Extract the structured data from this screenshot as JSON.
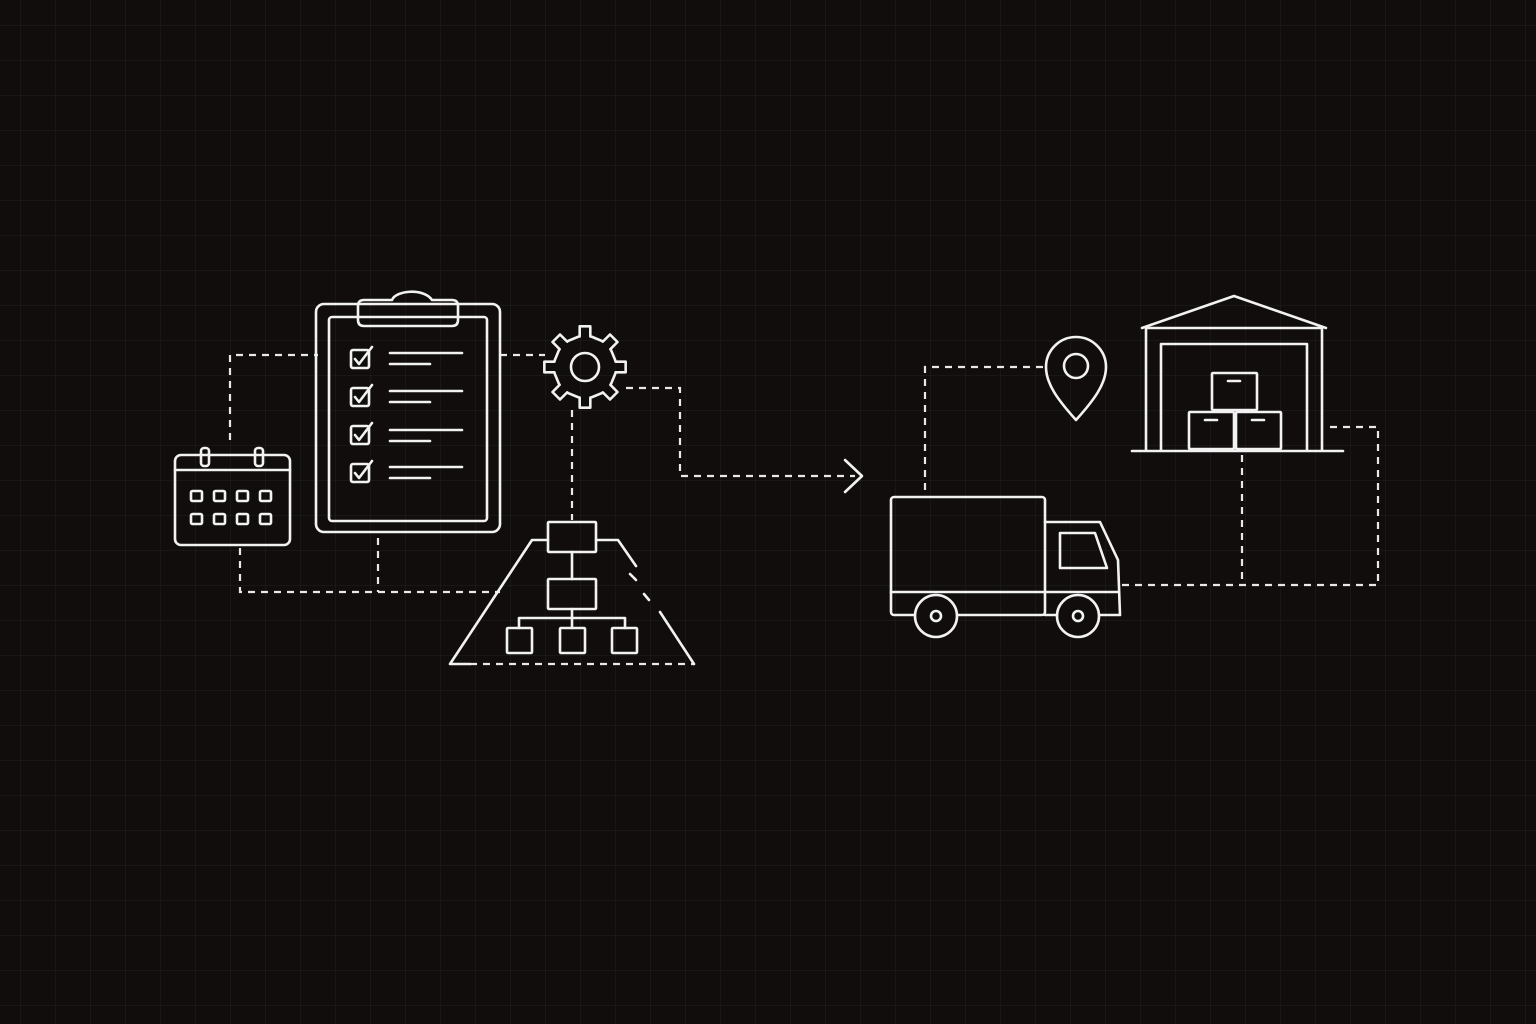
{
  "diagram": {
    "background_color": "#110d0d",
    "line_color": "#f2f2f2",
    "icons": [
      "calendar-icon",
      "clipboard-checklist-icon",
      "gear-icon",
      "org-hierarchy-icon",
      "location-pin-icon",
      "delivery-truck-icon",
      "warehouse-icon"
    ],
    "checklist_items_checked": 4,
    "calendar_day_cells": 8,
    "warehouse_boxes": 3
  }
}
